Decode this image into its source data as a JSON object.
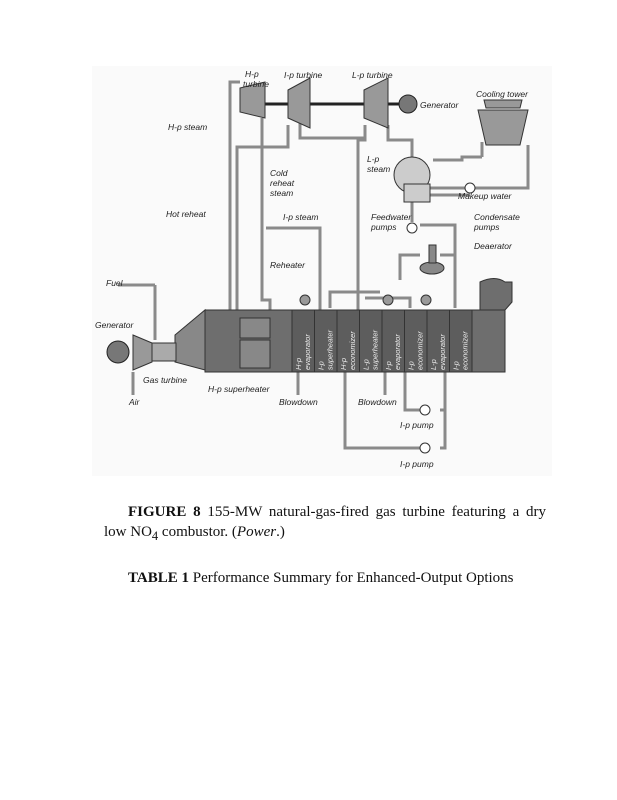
{
  "figure": {
    "labels": {
      "hp_turbine": [
        "H-p",
        "turbine"
      ],
      "ip_turbine": "I-p turbine",
      "lp_turbine": "L-p turbine",
      "generator_top": "Generator",
      "cooling_tower": "Cooling tower",
      "hp_steam": "H-p steam",
      "cold_reheat": [
        "Cold",
        "reheat",
        "steam"
      ],
      "lp_steam": [
        "L-p",
        "steam"
      ],
      "makeup_water": "Makeup water",
      "hot_reheat": "Hot reheat",
      "ip_steam": "I-p steam",
      "feedwater_pumps": [
        "Feedwater",
        "pumps"
      ],
      "condensate_pumps": [
        "Condensate",
        "pumps"
      ],
      "deaerator": "Deaerator",
      "reheater": "Reheater",
      "fuel": "Fuel",
      "generator_left": "Generator",
      "gas_turbine": "Gas turbine",
      "air": "Air",
      "hp_superheater": "H-p superheater",
      "blowdown_1": "Blowdown",
      "blowdown_2": "Blowdown",
      "ip_pump_1": "I-p pump",
      "ip_pump_2": "I-p pump"
    },
    "sections": [
      [
        "H-p",
        "evaporator"
      ],
      [
        "I-p",
        "superheater"
      ],
      [
        "H-p",
        "economizer"
      ],
      [
        "L-p",
        "superheater"
      ],
      [
        "I-p",
        "evaporator"
      ],
      [
        "I-p",
        "economizer"
      ],
      [
        "L-p",
        "evaporator"
      ],
      [
        "I-p",
        "economizer"
      ]
    ]
  },
  "caption": {
    "label": "FIGURE 8",
    "text_before": " 155-MW natural-gas-fired gas turbine featuring a dry low NO",
    "subscript": "4",
    "text_after": " combustor. (",
    "source": "Power",
    "end": ".)"
  },
  "table": {
    "label": "TABLE 1",
    "title": " Performance Summary for Enhanced-Output Options"
  }
}
